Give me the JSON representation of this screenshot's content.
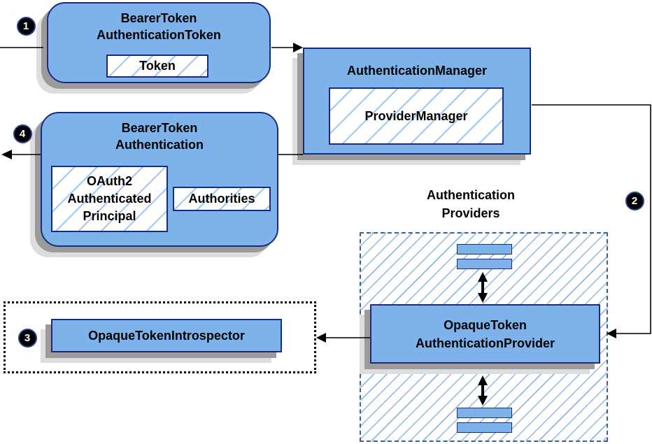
{
  "badges": {
    "step1": "1",
    "step2": "2",
    "step3": "3",
    "step4": "4"
  },
  "nodes": {
    "bearer_token_authentication_token": {
      "title": "BearerToken\nAuthenticationToken",
      "token": "Token"
    },
    "authentication_manager": {
      "title": "AuthenticationManager",
      "provider_manager": "ProviderManager"
    },
    "bearer_token_authentication": {
      "title": "BearerToken\nAuthentication",
      "principal": "OAuth2\nAuthenticated\nPrincipal",
      "authorities": "Authorities"
    },
    "authentication_providers": {
      "label": "Authentication\nProviders"
    },
    "opaque_token_authentication_provider": {
      "title": "OpaqueToken\nAuthenticationProvider"
    },
    "opaque_token_introspector": {
      "title": "OpaqueTokenIntrospector"
    }
  },
  "colors": {
    "node_fill": "#7db3ea",
    "node_border": "#1b2c7e",
    "inner_hatch_line": "#a5c8ee",
    "container_hatch_line": "#8cb8e6",
    "dashed_border": "#3b6292",
    "dotted_border": "#000000",
    "shadow_dark": "#9b9b9b",
    "shadow_light": "#dddddd",
    "badge_fill": "#000000",
    "badge_text": "#ffffff",
    "connector": "#000000"
  }
}
